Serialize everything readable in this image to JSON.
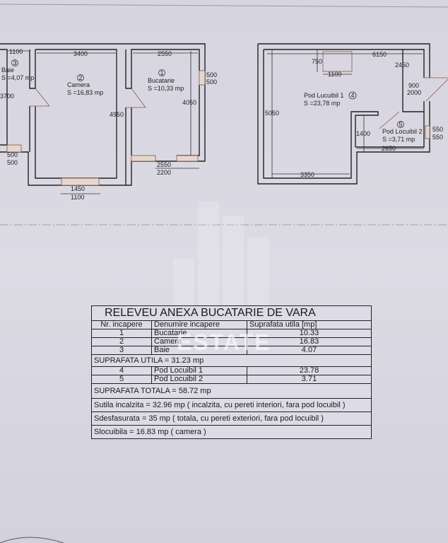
{
  "left_plan": {
    "rooms": [
      {
        "nr": "1",
        "name": "Bucatarie",
        "area": "S =10,33 mp"
      },
      {
        "nr": "2",
        "name": "Camera",
        "area": "S =16,83 mp"
      },
      {
        "nr": "3",
        "name": "Baie",
        "area": "S =4,07 mp"
      }
    ],
    "dims": {
      "baie_width": "1100",
      "camera_width": "3400",
      "bucatarie_width": "2550",
      "baie_height": "3700",
      "camera_height": "4950",
      "bucatarie_height": "4050",
      "window_right_a": "500",
      "window_right_b": "500",
      "baie_window_a": "500",
      "baie_window_b": "500",
      "door_a": "2550",
      "door_b": "2200",
      "camera_window_a": "1450",
      "camera_window_b": "1100"
    }
  },
  "right_plan": {
    "rooms": [
      {
        "nr": "4",
        "name": "Pod Lucuibil 1",
        "area": "S =23,78 mp"
      },
      {
        "nr": "5",
        "name": "Pod Locuibil 2",
        "area": "S =3,71 mp"
      }
    ],
    "dims": {
      "top_width": "6150",
      "skylight_h": "750",
      "skylight_w": "1100",
      "inner_h": "2450",
      "door_a": "900",
      "door_b": "2000",
      "left_height": "5050",
      "bottom_width": "3350",
      "pod2_height": "1400",
      "pod2_width": "2650",
      "window_a": "550",
      "window_b": "550"
    }
  },
  "watermark": "ESTATE",
  "table": {
    "title": "RELEVEU ANEXA BUCATARIE DE VARA",
    "headers": [
      "Nr. incapere",
      "Denumire incapere",
      "Suprafata utila [mp]"
    ],
    "rows_group1": [
      [
        "1",
        "Bucatarie",
        "10.33"
      ],
      [
        "2",
        "Camera",
        "16.83"
      ],
      [
        "3",
        "Baie",
        "4.07"
      ]
    ],
    "suprafata_utila": "SUPRAFATA UTILA = 31.23 mp",
    "rows_group2": [
      [
        "4",
        "Pod Locuibil 1",
        "23.78"
      ],
      [
        "5",
        "Pod Locuibil 2",
        "3.71"
      ]
    ],
    "suprafata_totala": "SUPRAFATA TOTALA = 58.72 mp",
    "sutila_incalzita": "Sutila incalzita = 32.96 mp  ( incalzita, cu pereti interiori, fara pod locuibil )",
    "sdesfasurata": "Sdesfasurata  = 35 mp ( totala, cu pereti exteriori, fara pod locuibil )",
    "slocuibila": "Slocuibila = 16.83 mp ( camera )"
  }
}
